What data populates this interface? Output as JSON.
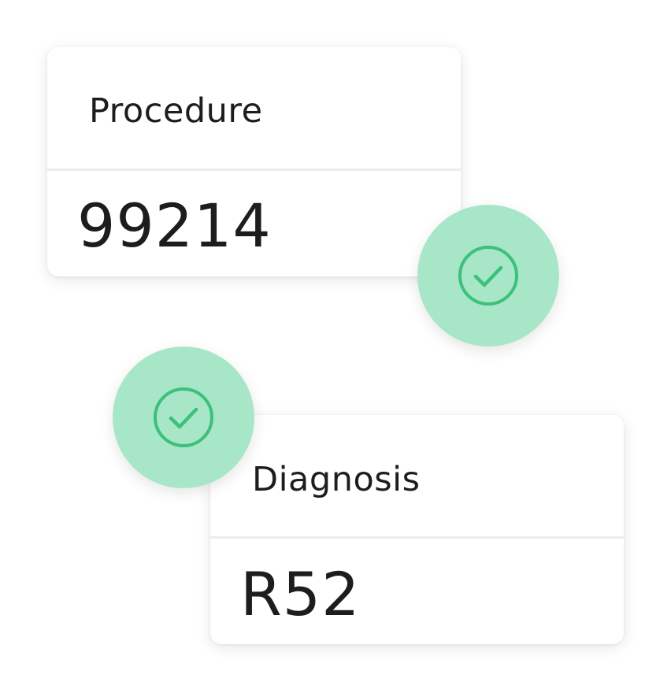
{
  "cards": {
    "procedure": {
      "label": "Procedure",
      "value": "99214",
      "status_icon": "check-circle-icon"
    },
    "diagnosis": {
      "label": "Diagnosis",
      "value": "R52",
      "status_icon": "check-circle-icon"
    }
  },
  "colors": {
    "badge_background": "#a8e6c8",
    "check_stroke": "#3cc07a",
    "card_background": "#ffffff",
    "divider": "#ececec",
    "text": "#1d1d1d"
  }
}
